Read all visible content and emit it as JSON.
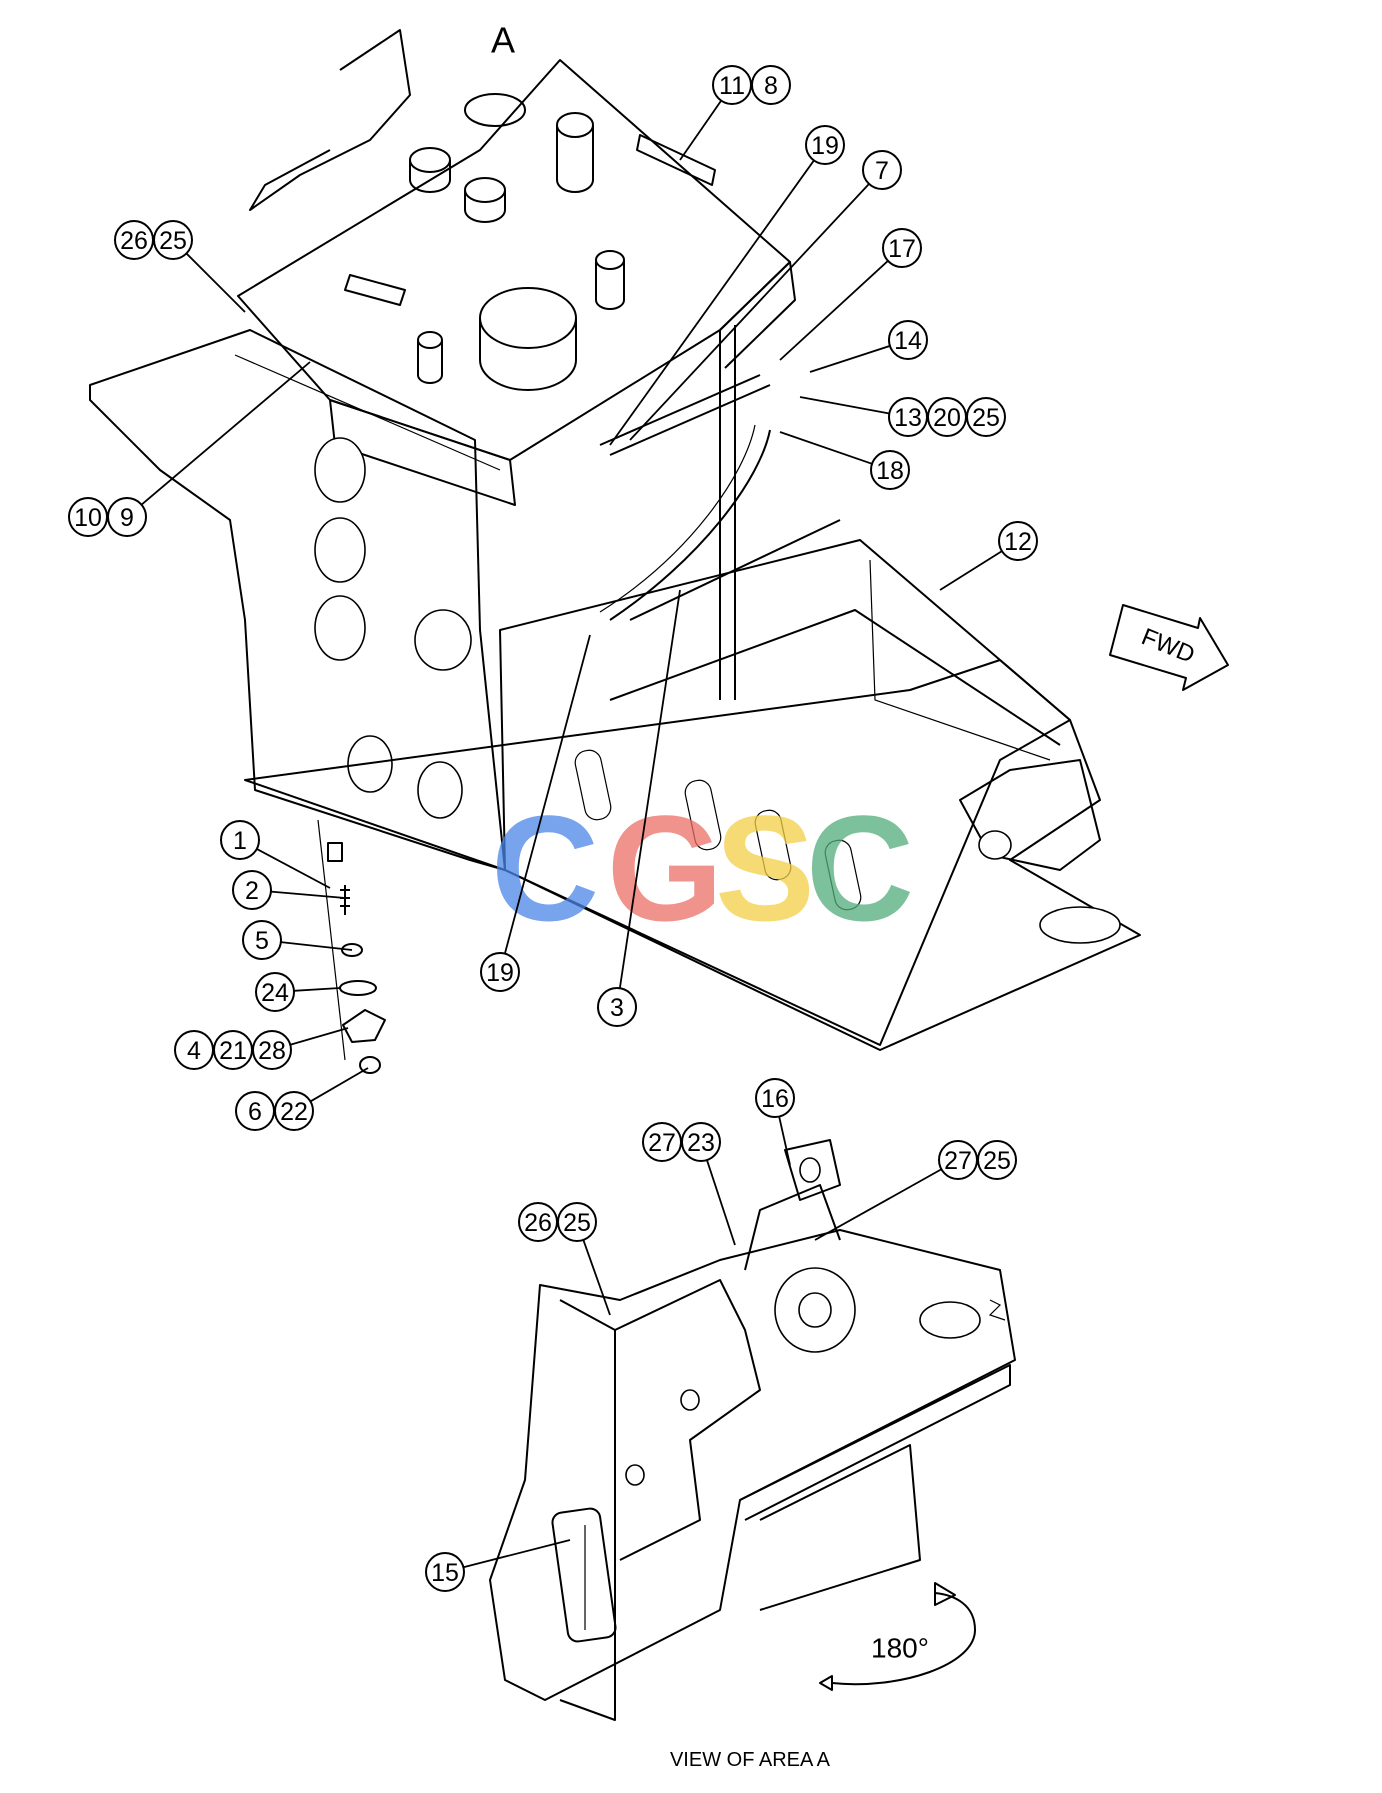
{
  "area_label": "A",
  "view_caption": "VIEW OF AREA A",
  "direction_label": "FWD",
  "rotation_label": "180°",
  "watermark": {
    "letters": [
      "C",
      "G",
      "S",
      "C"
    ],
    "colors": [
      "#4a86e8",
      "#ea6f66",
      "#f3d046",
      "#52ad7c"
    ]
  },
  "callouts": [
    {
      "labels": [
        "11",
        "8"
      ]
    },
    {
      "labels": [
        "19"
      ]
    },
    {
      "labels": [
        "7"
      ]
    },
    {
      "labels": [
        "17"
      ]
    },
    {
      "labels": [
        "14"
      ]
    },
    {
      "labels": [
        "13",
        "20",
        "25"
      ]
    },
    {
      "labels": [
        "18"
      ]
    },
    {
      "labels": [
        "12"
      ]
    },
    {
      "labels": [
        "26",
        "25"
      ]
    },
    {
      "labels": [
        "10",
        "9"
      ]
    },
    {
      "labels": [
        "1"
      ]
    },
    {
      "labels": [
        "2"
      ]
    },
    {
      "labels": [
        "5"
      ]
    },
    {
      "labels": [
        "24"
      ]
    },
    {
      "labels": [
        "4",
        "21",
        "28"
      ]
    },
    {
      "labels": [
        "6",
        "22"
      ]
    },
    {
      "labels": [
        "19"
      ]
    },
    {
      "labels": [
        "3"
      ]
    },
    {
      "labels": [
        "16"
      ]
    },
    {
      "labels": [
        "27",
        "23"
      ]
    },
    {
      "labels": [
        "27",
        "25"
      ]
    },
    {
      "labels": [
        "26",
        "25"
      ]
    },
    {
      "labels": [
        "15"
      ]
    }
  ]
}
